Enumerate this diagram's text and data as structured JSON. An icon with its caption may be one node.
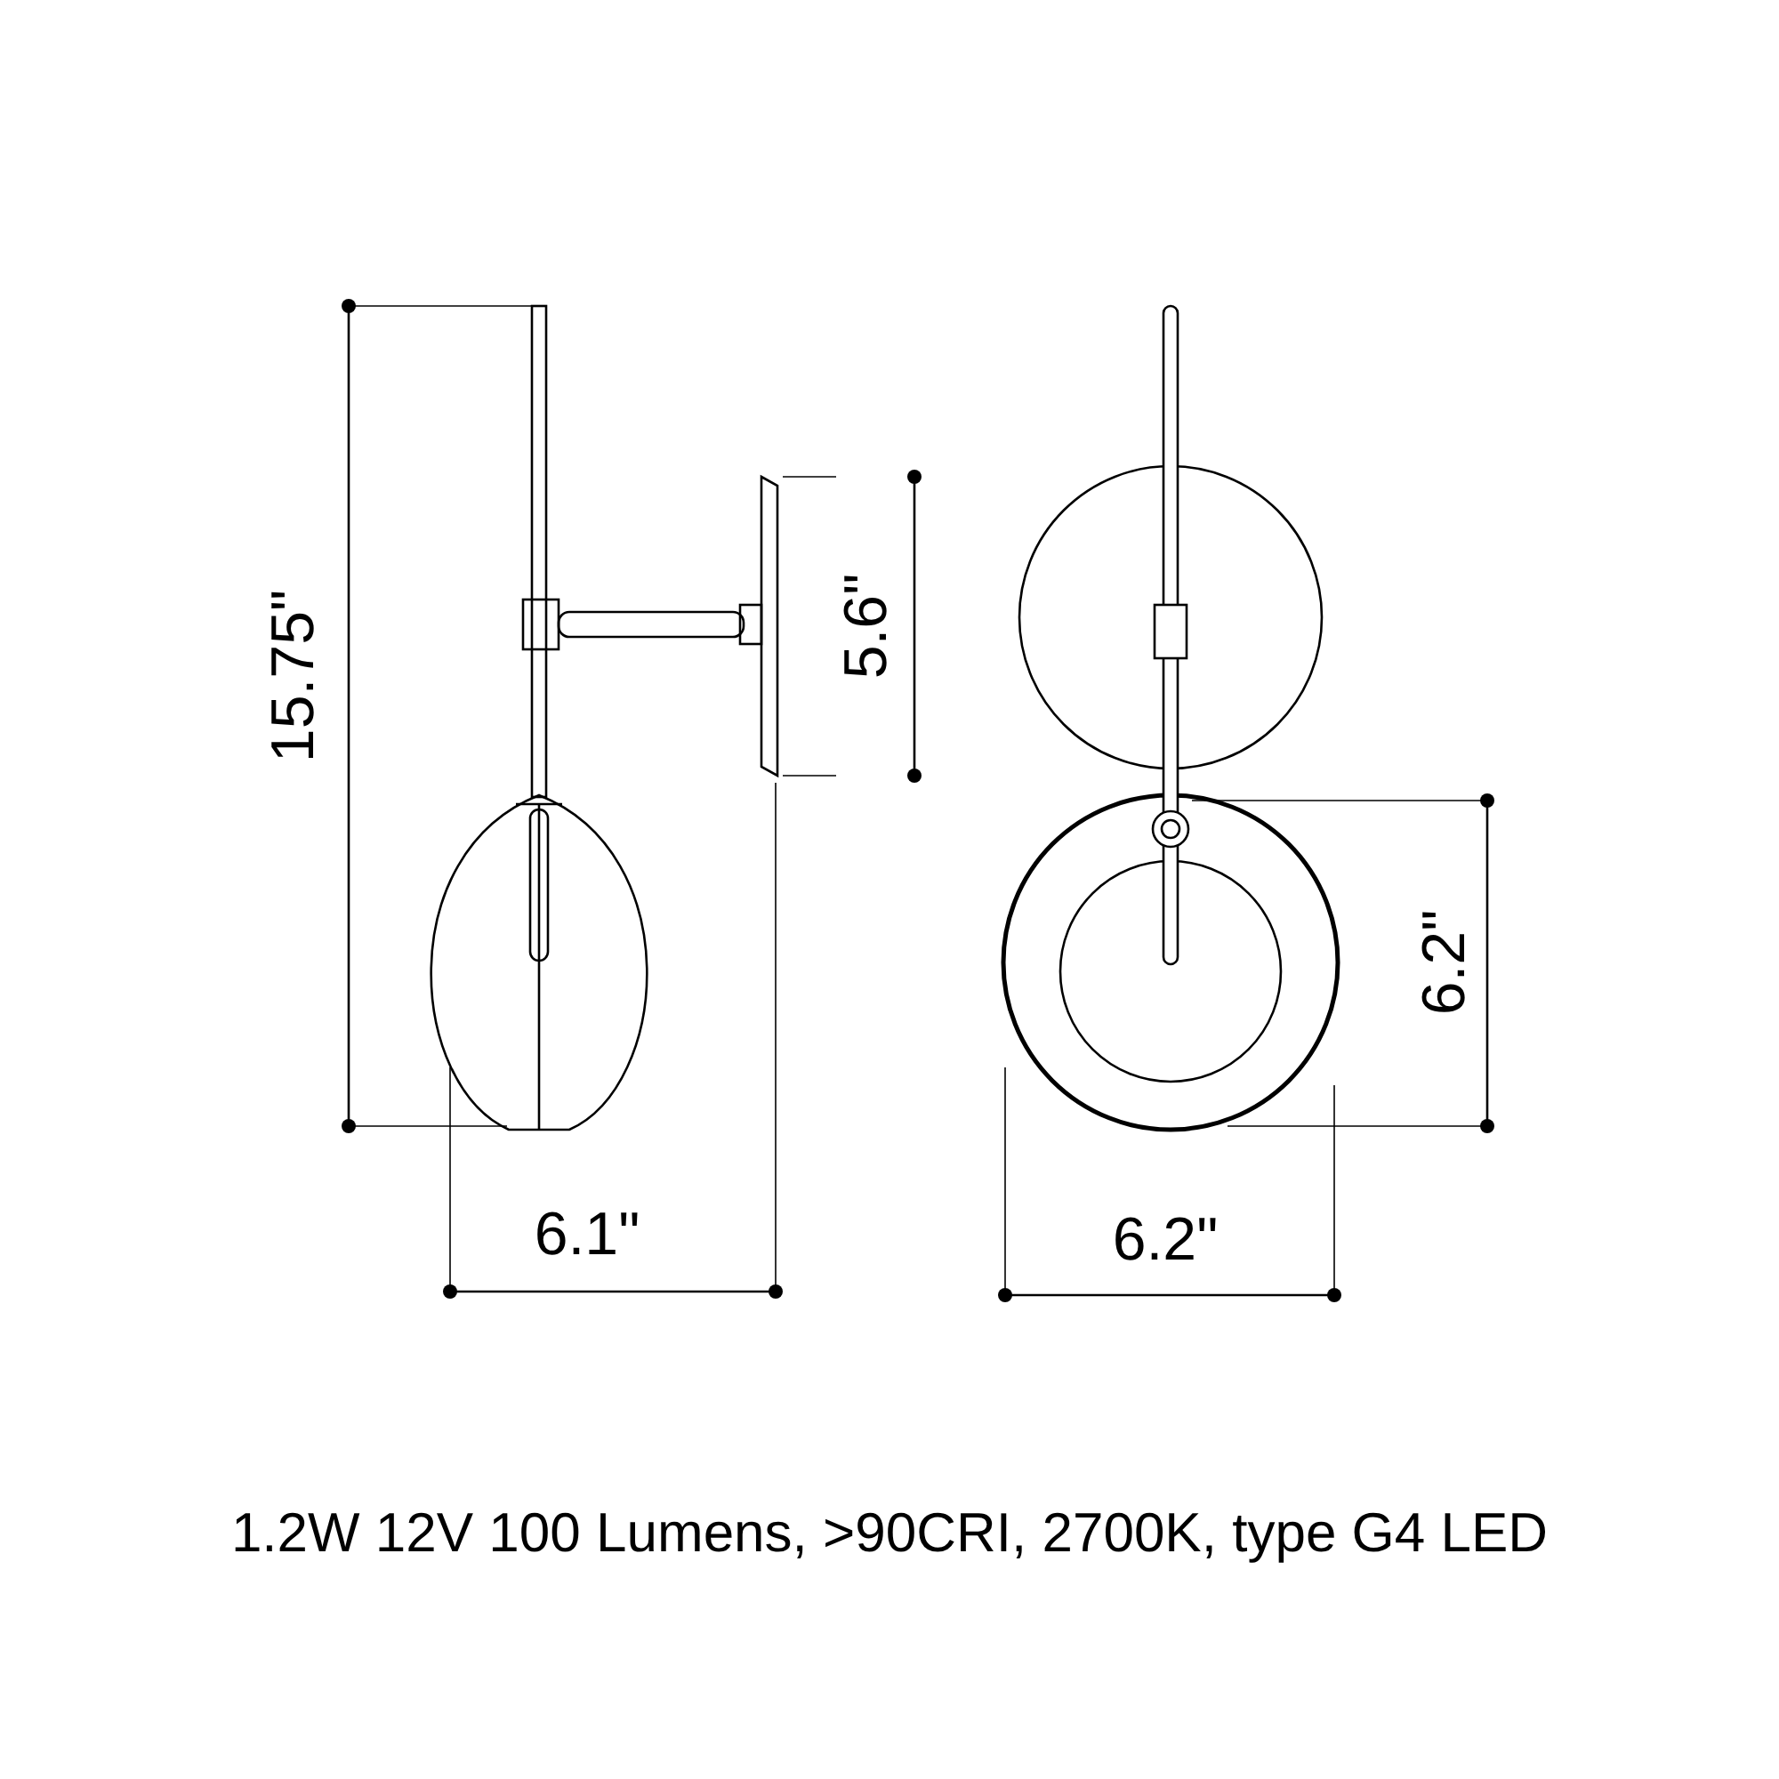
{
  "diagram": {
    "caption": "1.2W 12V 100 Lumens, >90CRI, 2700K, type G4 LED",
    "labels": [
      "15.75\"",
      "5.6\"",
      "6.1\"",
      "6.2\"",
      "6.2\""
    ]
  }
}
